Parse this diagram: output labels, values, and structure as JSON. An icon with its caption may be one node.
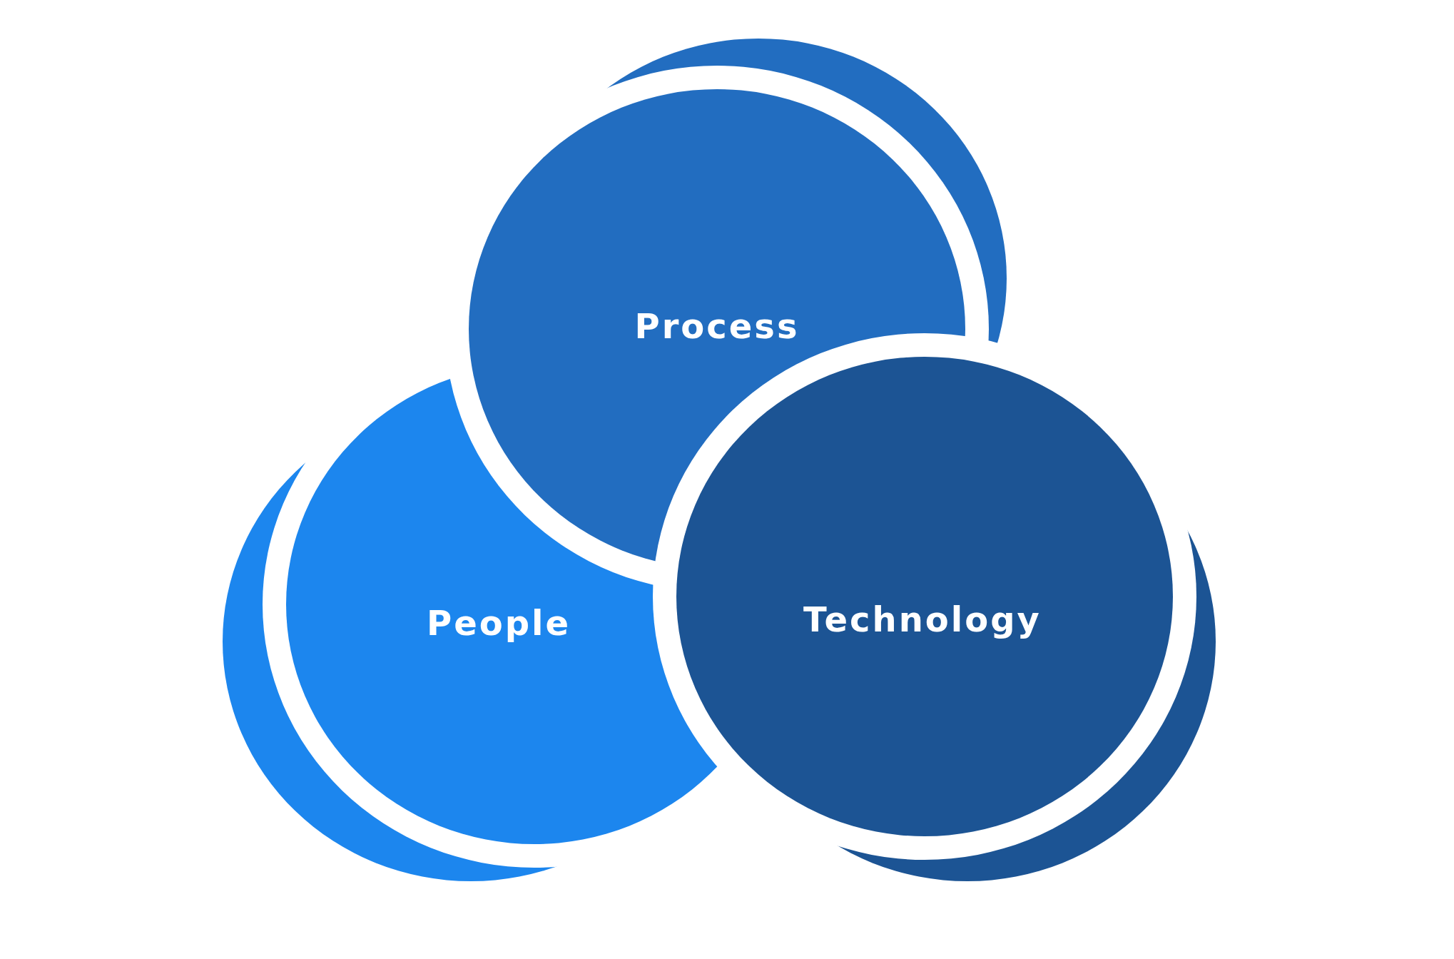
{
  "diagram": {
    "nodes": [
      {
        "text": [
          "Process"
        ]
      },
      {
        "text": [
          "People"
        ]
      },
      {
        "text": [
          "Technology"
        ]
      }
    ]
  }
}
